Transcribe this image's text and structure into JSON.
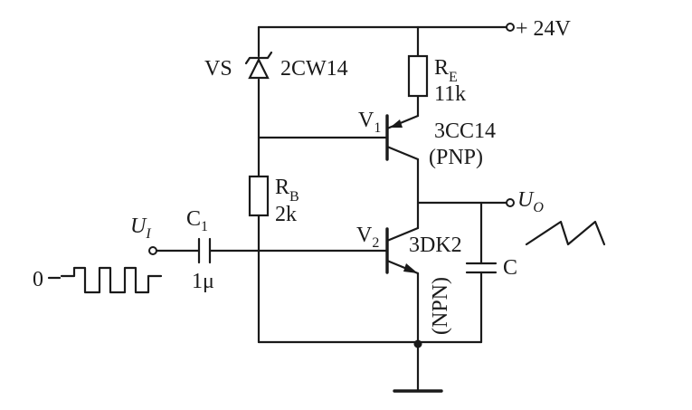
{
  "supply": {
    "label": "+ 24V"
  },
  "zener": {
    "ref": "VS",
    "part": "2CW14"
  },
  "re": {
    "main": "R",
    "sub": "E",
    "value": "11k"
  },
  "rb": {
    "main": "R",
    "sub": "B",
    "value": "2k"
  },
  "v1": {
    "main": "V",
    "sub": "1",
    "part": "3CC14",
    "type": "(PNP)"
  },
  "v2": {
    "main": "V",
    "sub": "2",
    "part": "3DK2",
    "type": "(NPN)"
  },
  "c1": {
    "main": "C",
    "sub": "1",
    "value": "1μ"
  },
  "cap": {
    "label": "C"
  },
  "input": {
    "main": "U",
    "sub": "I",
    "baseline": "0"
  },
  "output": {
    "main": "U",
    "sub": "O"
  }
}
